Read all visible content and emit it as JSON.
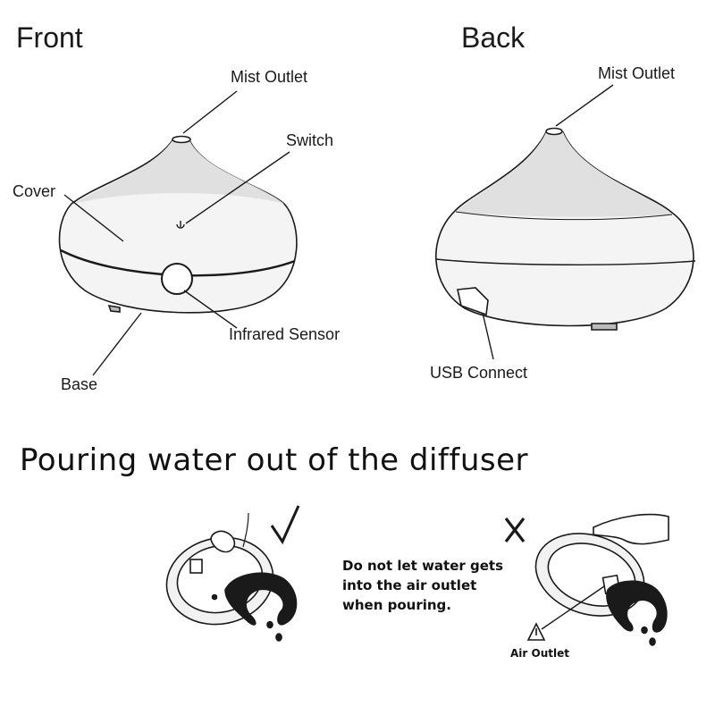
{
  "front": {
    "title": "Front",
    "labels": {
      "mist_outlet": "Mist Outlet",
      "switch": "Switch",
      "cover": "Cover",
      "infrared_sensor": "Infrared Sensor",
      "base": "Base"
    }
  },
  "back": {
    "title": "Back",
    "labels": {
      "mist_outlet": "Mist Outlet",
      "usb_connect": "USB Connect"
    }
  },
  "pouring": {
    "title": "Pouring water out of the diffuser",
    "correct_mark": "✓",
    "wrong_mark": "X",
    "warning_lines": [
      "Do not let water gets",
      "into the air outlet",
      "when pouring."
    ],
    "air_outlet_label": "Air Outlet"
  },
  "colors": {
    "ink": "#1a1a1a",
    "cover_fill": "#f1f1f1",
    "top_fill": "#e2e2e2",
    "background": "#ffffff"
  }
}
